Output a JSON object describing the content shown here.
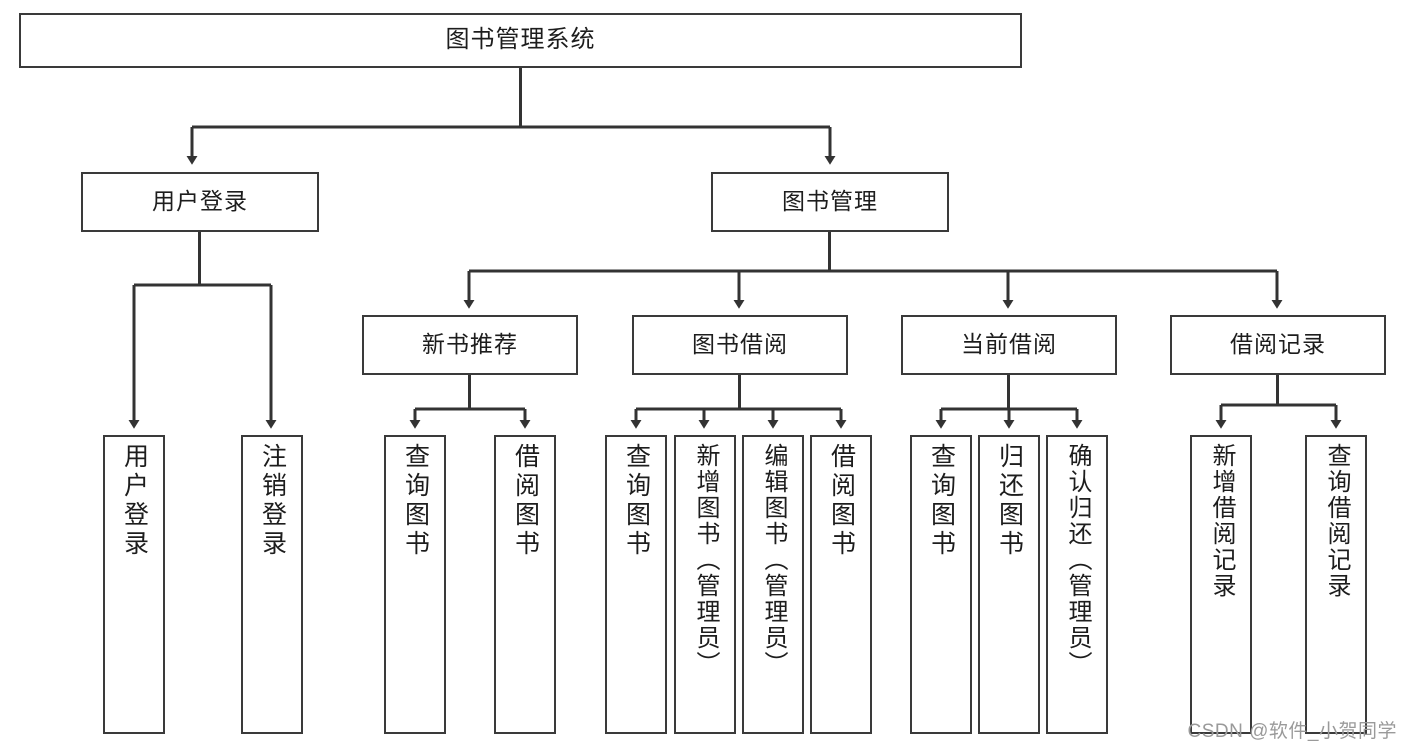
{
  "diagram": {
    "title": "图书管理系统",
    "type": "tree-hierarchy",
    "colors": {
      "background": "#ffffff",
      "box_border": "#3a3a3a",
      "line": "#333333",
      "text": "#1d1d1d",
      "watermark": "#9a9a9a"
    },
    "root": {
      "id": "root",
      "label": "图书管理系统"
    },
    "level2": [
      {
        "id": "user-login",
        "label": "用户登录"
      },
      {
        "id": "book-manage",
        "label": "图书管理"
      }
    ],
    "level3": [
      {
        "id": "new-book-rec",
        "label": "新书推荐"
      },
      {
        "id": "book-borrow",
        "label": "图书借阅"
      },
      {
        "id": "current-borrow",
        "label": "当前借阅"
      },
      {
        "id": "borrow-record",
        "label": "借阅记录"
      }
    ],
    "leaves": {
      "user_login": [
        {
          "id": "leaf-user-login",
          "label": "用户登录"
        },
        {
          "id": "leaf-logout",
          "label": "注销登录"
        }
      ],
      "new_book_rec": [
        {
          "id": "leaf-query-book-1",
          "label": "查询图书"
        },
        {
          "id": "leaf-borrow-book-1",
          "label": "借阅图书"
        }
      ],
      "book_borrow": [
        {
          "id": "leaf-query-book-2",
          "label": "查询图书"
        },
        {
          "id": "leaf-add-book",
          "label": "新增图书（管理员）"
        },
        {
          "id": "leaf-edit-book",
          "label": "编辑图书（管理员）"
        },
        {
          "id": "leaf-borrow-book-2",
          "label": "借阅图书"
        }
      ],
      "current_borrow": [
        {
          "id": "leaf-query-book-3",
          "label": "查询图书"
        },
        {
          "id": "leaf-return-book",
          "label": "归还图书"
        },
        {
          "id": "leaf-confirm-return",
          "label": "确认归还（管理员）"
        }
      ],
      "borrow_record": [
        {
          "id": "leaf-add-record",
          "label": "新增借阅记录"
        },
        {
          "id": "leaf-query-record",
          "label": "查询借阅记录"
        }
      ]
    }
  },
  "watermark": {
    "text": "CSDN @软件_小贺同学"
  }
}
